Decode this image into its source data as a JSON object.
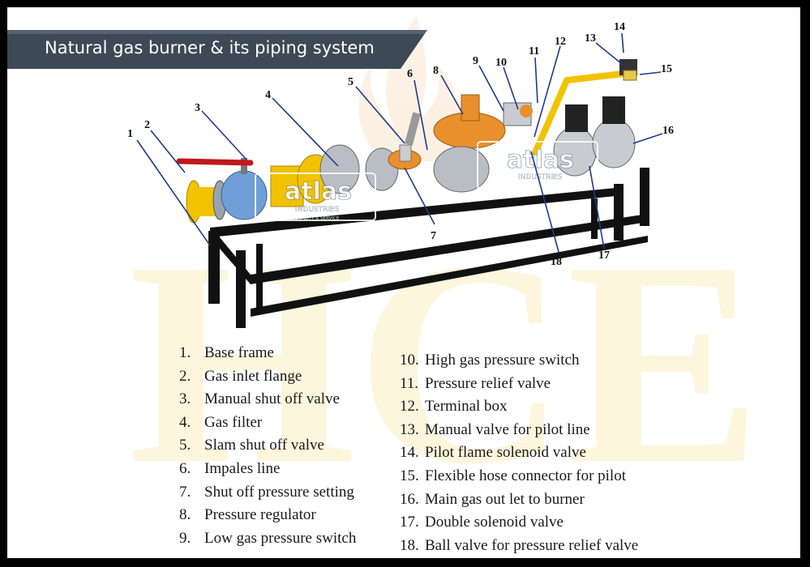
{
  "title": "Natural gas burner & its piping system",
  "watermark": {
    "brand": "atlas",
    "sub": "INDUSTRIES",
    "tagline": "COMMITTED TO QUALITY & SERVICE",
    "background_letters": "HCE"
  },
  "callout_numbers": [
    "1",
    "2",
    "3",
    "4",
    "5",
    "6",
    "7",
    "8",
    "9",
    "10",
    "11",
    "12",
    "13",
    "14",
    "15",
    "16",
    "17",
    "18"
  ],
  "legend_left": [
    {
      "num": "1.",
      "label": "Base frame"
    },
    {
      "num": "2.",
      "label": "Gas inlet flange"
    },
    {
      "num": "3.",
      "label": "Manual shut off valve"
    },
    {
      "num": "4.",
      "label": "Gas filter"
    },
    {
      "num": "5.",
      "label": "Slam shut off valve"
    },
    {
      "num": "6.",
      "label": "Impales line"
    },
    {
      "num": "7.",
      "label": "Shut off pressure setting"
    },
    {
      "num": "8.",
      "label": "Pressure regulator"
    },
    {
      "num": "9.",
      "label": "Low gas pressure switch"
    }
  ],
  "legend_right": [
    {
      "num": "10.",
      "label": "High gas pressure switch"
    },
    {
      "num": "11.",
      "label": "Pressure relief valve"
    },
    {
      "num": "12.",
      "label": "Terminal box"
    },
    {
      "num": "13.",
      "label": "Manual valve for pilot line"
    },
    {
      "num": "14.",
      "label": "Pilot flame solenoid valve"
    },
    {
      "num": "15.",
      "label": "Flexible hose connector for pilot"
    },
    {
      "num": "16.",
      "label": "Main gas out let to burner"
    },
    {
      "num": "17.",
      "label": "Double solenoid valve"
    },
    {
      "num": "18.",
      "label": "Ball valve for pressure relief valve"
    }
  ],
  "colors": {
    "banner": "#3d4a55",
    "frame": "#000000",
    "pipe_yellow": "#f2c200",
    "valve_blue": "#6f9fd6",
    "regulator_orange": "#e8902c",
    "steel": "#b9bec4",
    "callout_line": "#1f3a8a"
  }
}
